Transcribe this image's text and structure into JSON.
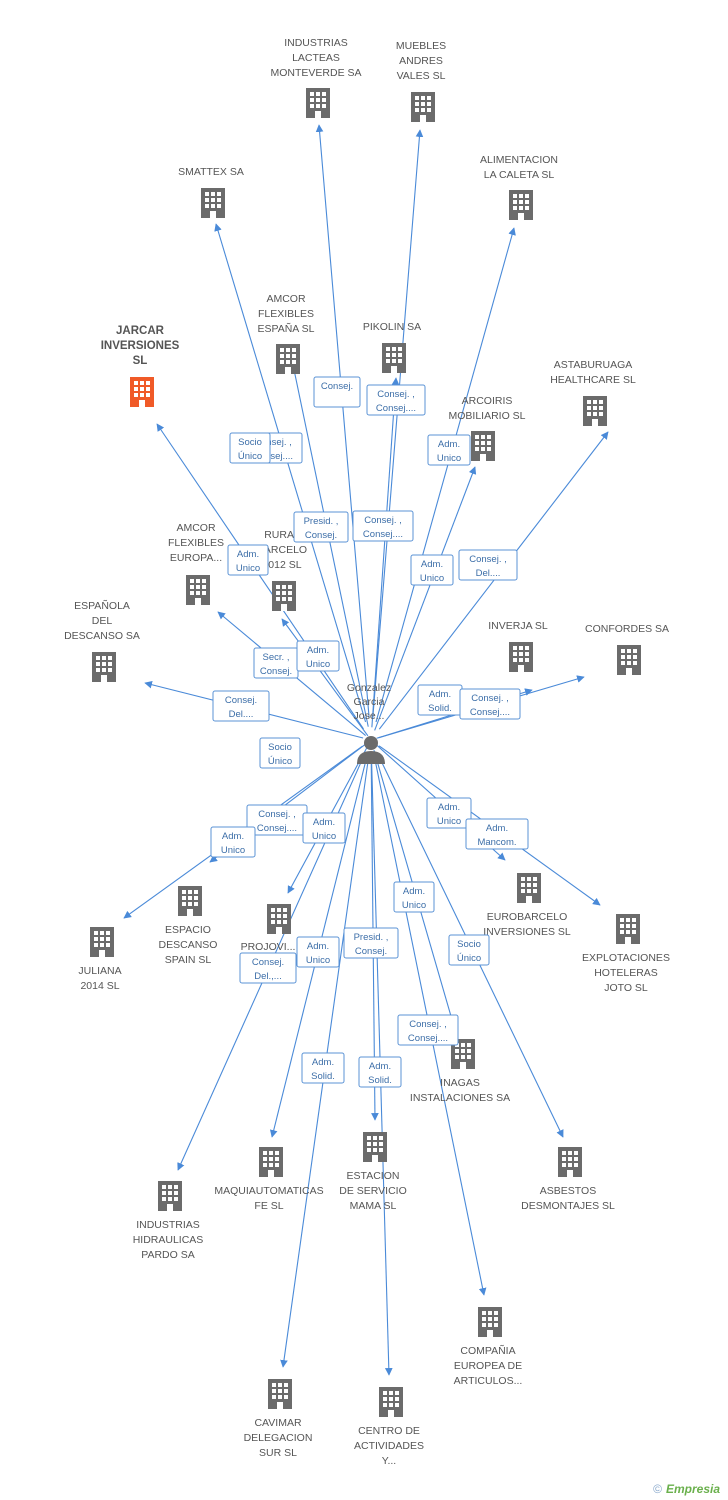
{
  "center": {
    "name_lines": [
      "Gonzalez",
      "Garcia",
      "Jose..."
    ],
    "icon": "person-icon"
  },
  "companies": [
    {
      "id": "industrias-lacteas",
      "lines": [
        "INDUSTRIAS",
        "LACTEAS",
        "MONTEVERDE SA"
      ]
    },
    {
      "id": "muebles-andres",
      "lines": [
        "MUEBLES",
        "ANDRES",
        "VALES SL"
      ]
    },
    {
      "id": "smattex",
      "lines": [
        "SMATTEX SA"
      ]
    },
    {
      "id": "alimentacion-caleta",
      "lines": [
        "ALIMENTACION",
        "LA CALETA SL"
      ]
    },
    {
      "id": "jarcar",
      "lines": [
        "JARCAR",
        "INVERSIONES",
        "SL"
      ],
      "highlight": true
    },
    {
      "id": "amcor-espana",
      "lines": [
        "AMCOR",
        "FLEXIBLES",
        "ESPAÑA  SL"
      ]
    },
    {
      "id": "pikolin",
      "lines": [
        "PIKOLIN SA"
      ]
    },
    {
      "id": "astaburuaga",
      "lines": [
        "ASTABURUAGA",
        "HEALTHCARE SL"
      ]
    },
    {
      "id": "arcoiris",
      "lines": [
        "ARCOIRIS",
        "MOBILIARIO SL"
      ]
    },
    {
      "id": "amcor-europa",
      "lines": [
        "AMCOR",
        "FLEXIBLES",
        "EUROPA..."
      ]
    },
    {
      "id": "rural-barcelo",
      "lines": [
        "RURAL",
        "BARCELO",
        "2012 SL"
      ]
    },
    {
      "id": "espanola-descanso",
      "lines": [
        "ESPAÑOLA",
        "DEL",
        "DESCANSO SA"
      ]
    },
    {
      "id": "inverja",
      "lines": [
        "INVERJA SL"
      ]
    },
    {
      "id": "confordes",
      "lines": [
        "CONFORDES SA"
      ]
    },
    {
      "id": "eurobarcelo",
      "lines": [
        "EUROBARCELO",
        "INVERSIONES SL"
      ]
    },
    {
      "id": "explotaciones-joto",
      "lines": [
        "EXPLOTACIONES",
        "HOTELERAS",
        "JOTO  SL"
      ]
    },
    {
      "id": "espacio-descanso",
      "lines": [
        "ESPACIO",
        "DESCANSO",
        "SPAIN SL"
      ]
    },
    {
      "id": "juliana-2014",
      "lines": [
        "JULIANA",
        "2014  SL"
      ]
    },
    {
      "id": "projovi",
      "lines": [
        "PROJOVI..."
      ]
    },
    {
      "id": "inagas",
      "lines": [
        "INAGAS",
        "INSTALACIONES SA"
      ]
    },
    {
      "id": "industrias-hidraulicas",
      "lines": [
        "INDUSTRIAS",
        "HIDRAULICAS",
        "PARDO SA"
      ]
    },
    {
      "id": "maquiautomaticas",
      "lines": [
        "MAQUIAUTOMATICAS",
        "FE SL"
      ]
    },
    {
      "id": "estacion-mama",
      "lines": [
        "ESTACION",
        "DE SERVICIO",
        "MAMA  SL"
      ]
    },
    {
      "id": "asbestos",
      "lines": [
        "ASBESTOS",
        "DESMONTAJES SL"
      ]
    },
    {
      "id": "compania-europea",
      "lines": [
        "COMPAÑIA",
        "EUROPEA DE",
        "ARTICULOS..."
      ]
    },
    {
      "id": "cavimar",
      "lines": [
        "CAVIMAR",
        "DELEGACION",
        "SUR  SL"
      ]
    },
    {
      "id": "centro-actividades",
      "lines": [
        "CENTRO DE",
        "ACTIVIDADES",
        "Y..."
      ]
    }
  ],
  "relations": [
    {
      "lines": [
        "Consej."
      ]
    },
    {
      "lines": [
        "Consej. ,",
        "Consej...."
      ]
    },
    {
      "lines": [
        "Adm.",
        "Unico"
      ]
    },
    {
      "lines": [
        "Consej. ,",
        "Consej...."
      ]
    },
    {
      "lines": [
        "Socio",
        "Único"
      ]
    },
    {
      "lines": [
        "Presid. ,",
        "Consej."
      ]
    },
    {
      "lines": [
        "Consej. ,",
        "Consej...."
      ]
    },
    {
      "lines": [
        "Consej. ,",
        "Del...."
      ]
    },
    {
      "lines": [
        "Adm.",
        "Unico"
      ]
    },
    {
      "lines": [
        "Adm.",
        "Unico"
      ]
    },
    {
      "lines": [
        "Secr. ,",
        "Consej."
      ]
    },
    {
      "lines": [
        "Adm.",
        "Unico"
      ]
    },
    {
      "lines": [
        "Consej.",
        "Del...."
      ]
    },
    {
      "lines": [
        "Adm.",
        "Solid."
      ]
    },
    {
      "lines": [
        "Consej. ,",
        "Consej...."
      ]
    },
    {
      "lines": [
        "Socio",
        "Único"
      ]
    },
    {
      "lines": [
        "Consej. ,",
        "Consej...."
      ]
    },
    {
      "lines": [
        "Adm.",
        "Unico"
      ]
    },
    {
      "lines": [
        "Adm.",
        "Unico"
      ]
    },
    {
      "lines": [
        "Adm.",
        "Unico"
      ]
    },
    {
      "lines": [
        "Adm.",
        "Mancom."
      ]
    },
    {
      "lines": [
        "Adm.",
        "Unico"
      ]
    },
    {
      "lines": [
        "Adm.",
        "Unico"
      ]
    },
    {
      "lines": [
        "Presid. ,",
        "Consej."
      ]
    },
    {
      "lines": [
        "Consej.",
        "Del.,..."
      ]
    },
    {
      "lines": [
        "Socio",
        "Único"
      ]
    },
    {
      "lines": [
        "Consej. ,",
        "Consej...."
      ]
    },
    {
      "lines": [
        "Adm.",
        "Solid."
      ]
    },
    {
      "lines": [
        "Adm.",
        "Solid."
      ]
    }
  ],
  "footer": {
    "copyright": "©",
    "brand": "Empresia"
  },
  "colors": {
    "edge": "#4a8ad8",
    "node": "#6b6b6b",
    "highlight": "#f05a28",
    "label_box_border": "#5b93d6"
  }
}
